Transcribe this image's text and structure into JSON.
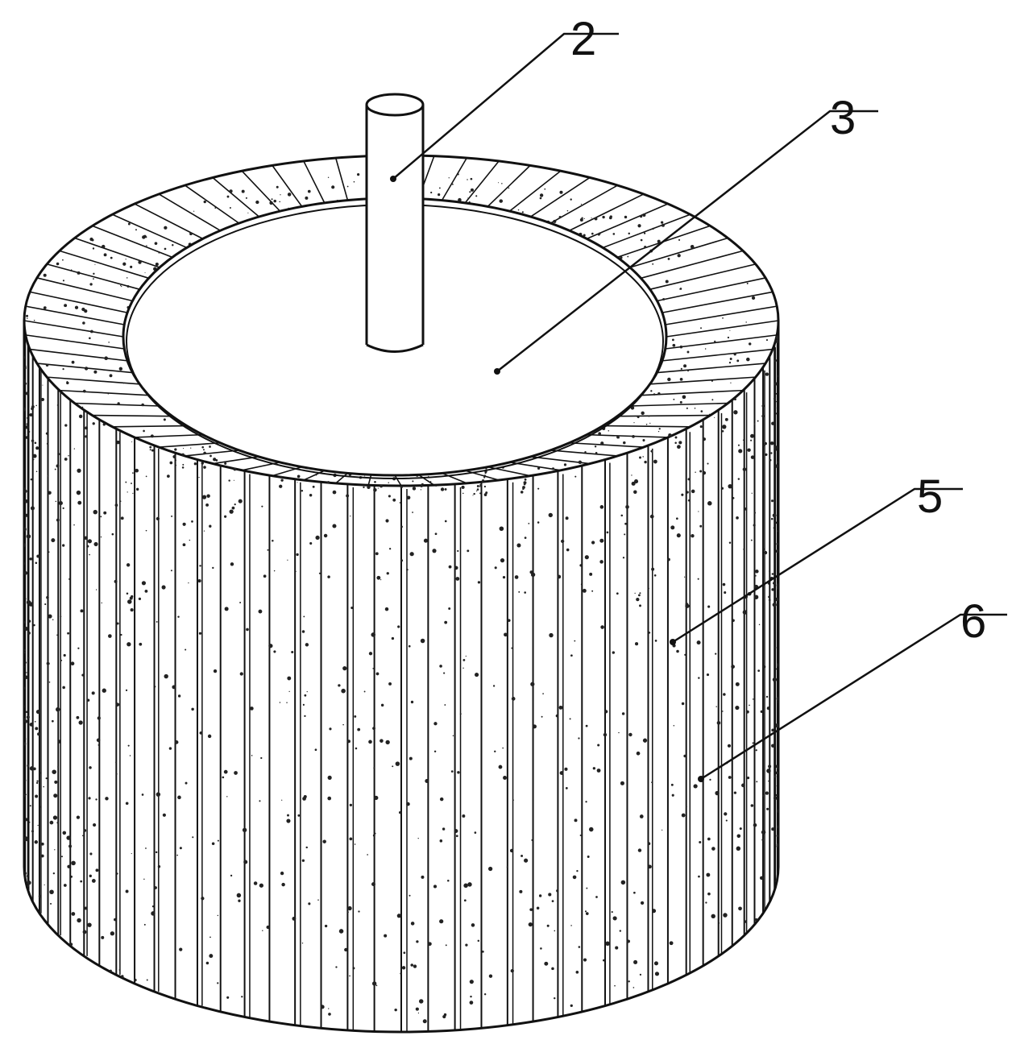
{
  "figure": {
    "labels": [
      {
        "id": "shaft",
        "text": "2"
      },
      {
        "id": "mounting-disc",
        "text": "3"
      },
      {
        "id": "flap-gap",
        "text": "5"
      },
      {
        "id": "abrasive-grain",
        "text": "6"
      }
    ],
    "colors": {
      "line": "#111111",
      "paper": "#ffffff",
      "grit": "#222222"
    }
  }
}
